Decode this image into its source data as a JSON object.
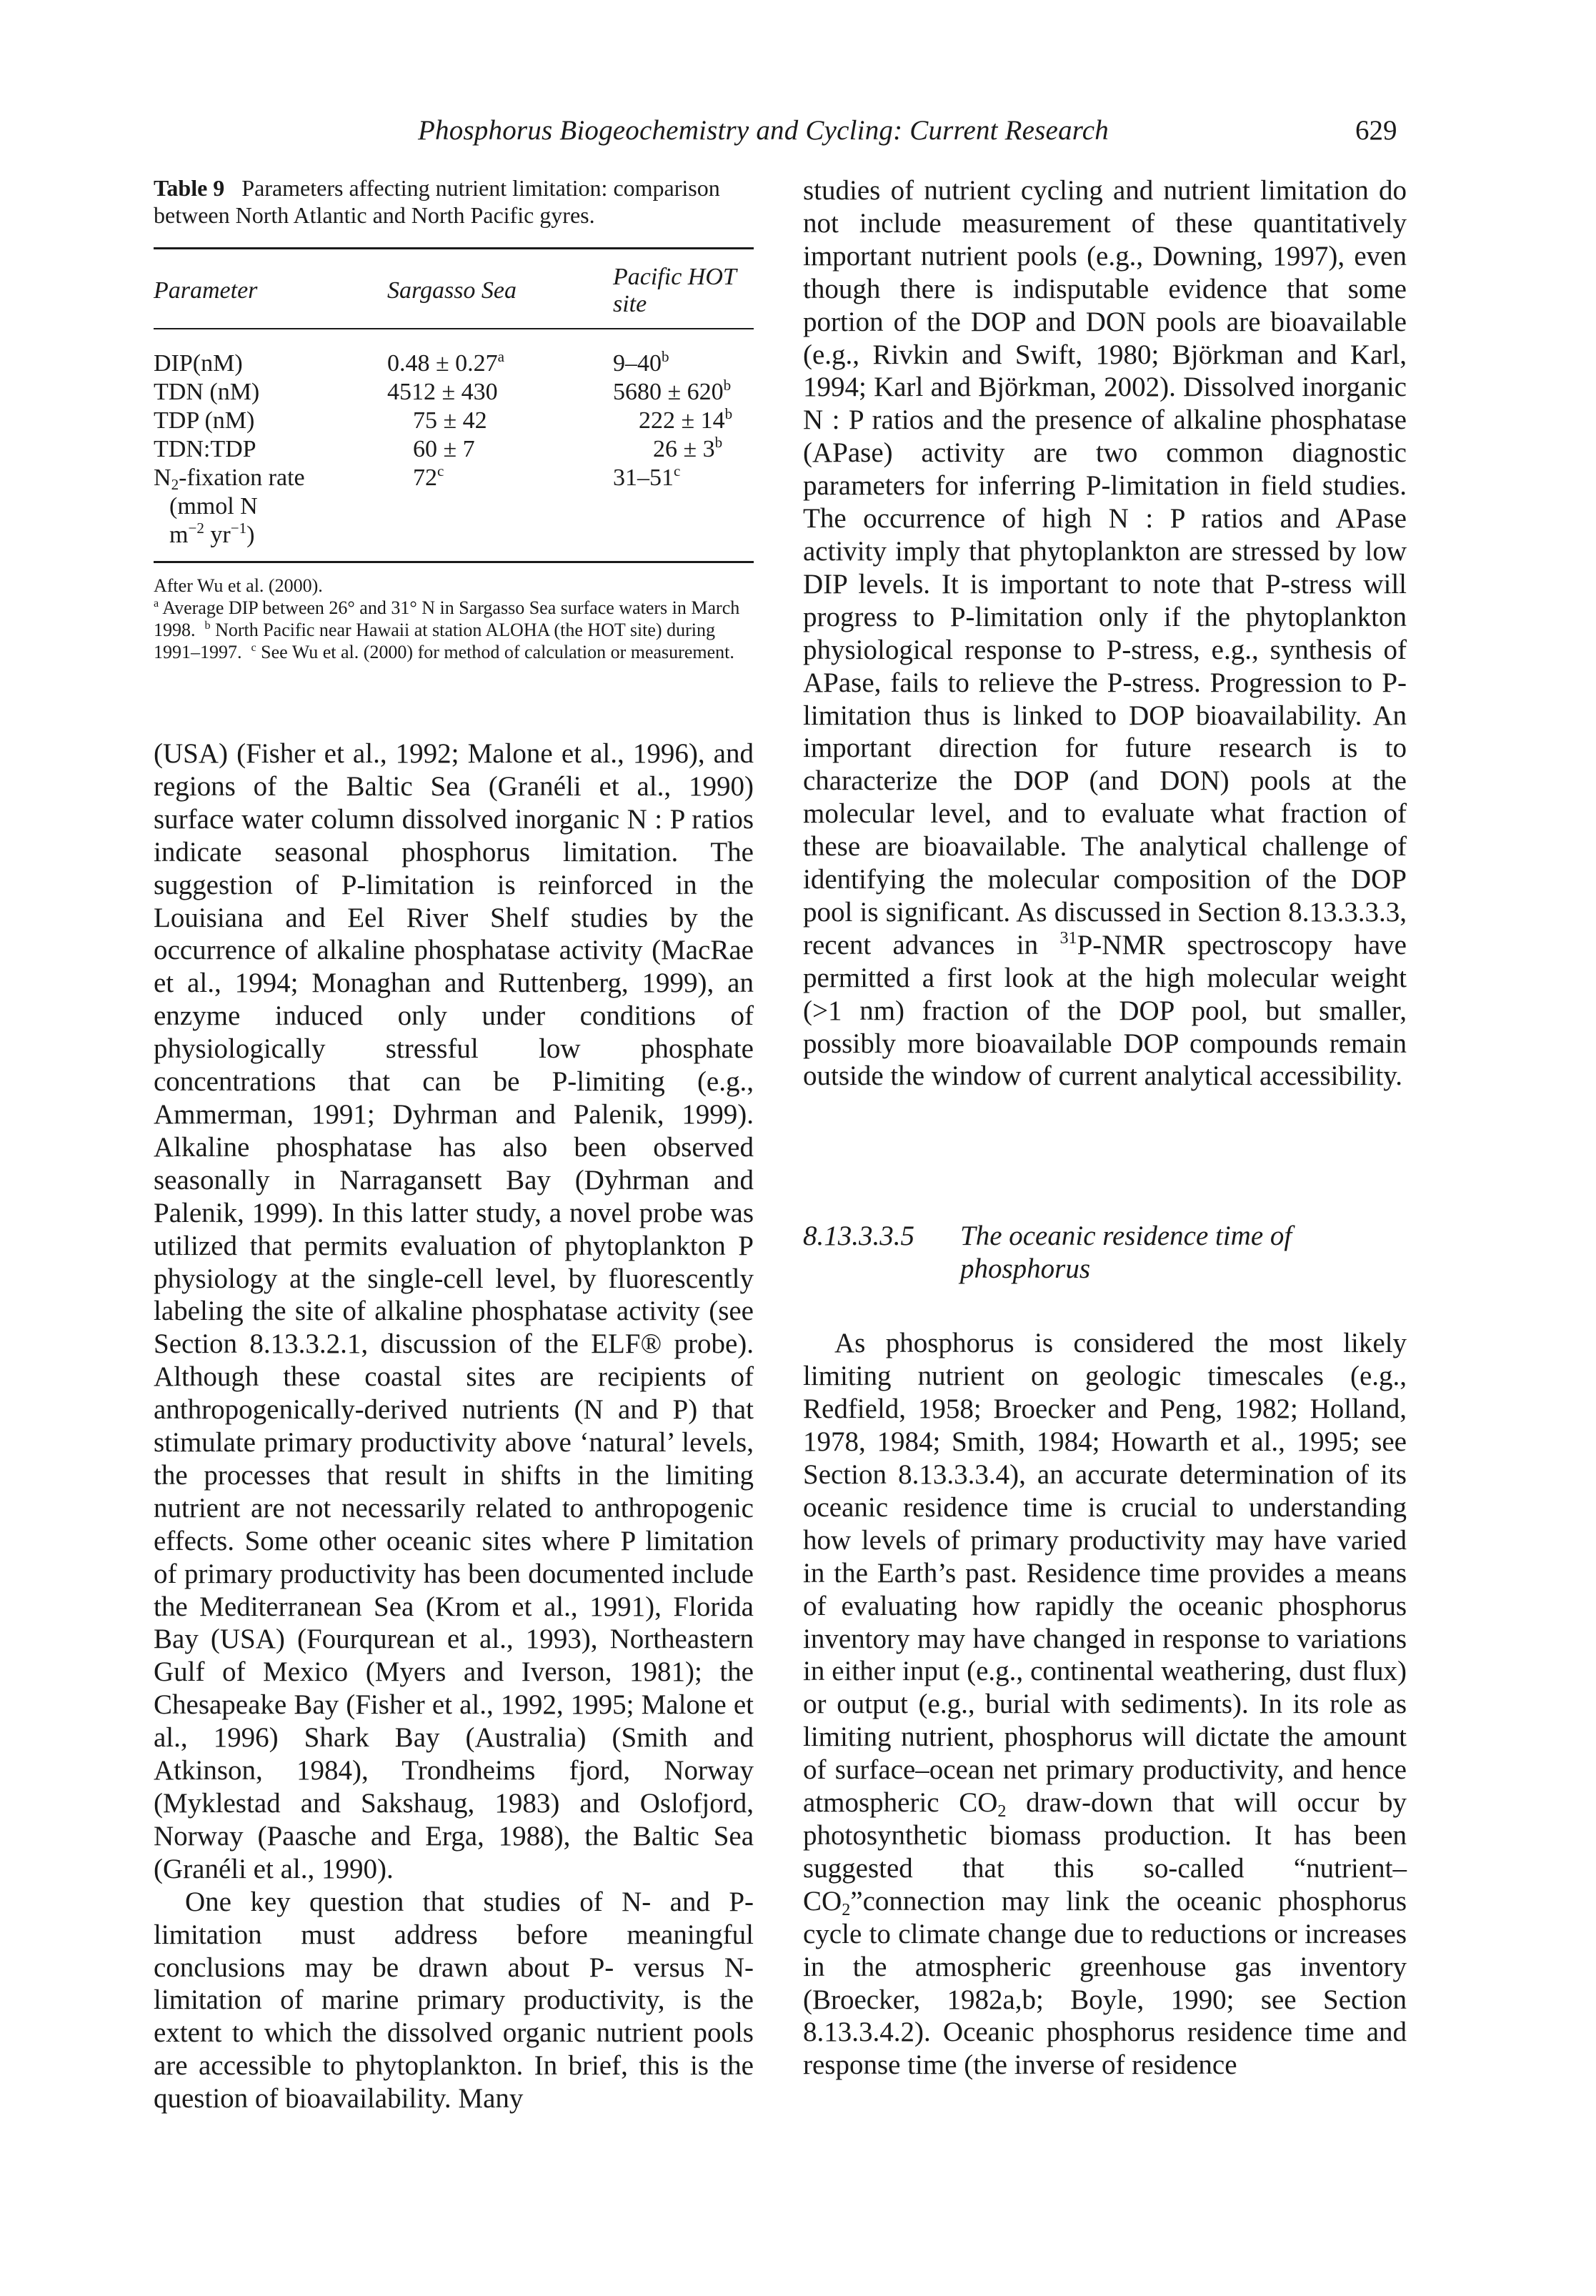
{
  "header": {
    "running_title": "Phosphorus Biogeochemistry and Cycling: Current Research",
    "page_number": "629"
  },
  "table": {
    "label": "Table 9",
    "caption": "Parameters affecting nutrient limitation: comparison between North Atlantic and North Pacific gyres.",
    "columns": [
      "Parameter",
      "Sargasso Sea",
      "Pacific HOT site"
    ],
    "rows": [
      {
        "param": "DIP(nM)",
        "param_sup": "",
        "param_sub": "",
        "param_rest": "",
        "sargasso": "0.48 ± 0.27",
        "sargasso_sup": "a",
        "pacific": "9–40",
        "pacific_sup": "b"
      },
      {
        "param": "TDN (nM)",
        "param_sup": "",
        "param_sub": "",
        "param_rest": "",
        "sargasso": "4512 ± 430",
        "sargasso_sup": "",
        "pacific": "5680 ± 620",
        "pacific_sup": "b"
      },
      {
        "param": "TDP (nM)",
        "param_sup": "",
        "param_sub": "",
        "param_rest": "",
        "sargasso": "75 ± 42",
        "sargasso_sup": "",
        "pacific": "222 ± 14",
        "pacific_sup": "b"
      },
      {
        "param": "TDN:TDP",
        "param_sup": "",
        "param_sub": "",
        "param_rest": "",
        "sargasso": "60 ± 7",
        "sargasso_sup": "",
        "pacific": "26 ± 3",
        "pacific_sup": "b"
      },
      {
        "param": "N",
        "param_sub": "2",
        "param_rest": "-fixation rate",
        "param_sup": "",
        "sargasso": "72",
        "sargasso_sup": "c",
        "pacific": "31–51",
        "pacific_sup": "c"
      }
    ],
    "unit_line1": "(mmol N",
    "unit_line2_a": "m",
    "unit_line2_sup1": "−2",
    "unit_line2_b": " yr",
    "unit_line2_sup2": "−1",
    "unit_line2_c": ")",
    "note_source": "After Wu et al. (2000).",
    "note_a": "Average DIP between 26° and 31° N in Sargasso Sea surface waters in March 1998.",
    "note_b": "North Pacific near Hawaii at station ALOHA (the HOT site) during 1991–1997.",
    "note_c": "See Wu et al. (2000) for method of calculation or measurement."
  },
  "left_column": {
    "p1": "(USA) (Fisher et al., 1992; Malone et al., 1996), and regions of the Baltic Sea (Granéli et al., 1990) surface water column dissolved inorganic N : P ratios indicate seasonal phosphorus limitation. The suggestion of P-limitation is reinforced in the Louisiana and Eel River Shelf studies by the occurrence of alkaline phosphatase activity (MacRae et al., 1994; Monaghan and Ruttenberg, 1999), an enzyme induced only under conditions of physiologically stressful low phosphate concentrations that can be P-limiting (e.g., Ammerman, 1991; Dyhrman and Palenik, 1999). Alkaline phosphatase has also been observed seasonally in Narragansett Bay (Dyhrman and Palenik, 1999). In this latter study, a novel probe was utilized that permits evaluation of phytoplankton P physiology at the single-cell level, by fluorescently labeling the site of alkaline phosphatase activity (see Section 8.13.3.2.1, discussion of the ELF® probe). Although these coastal sites are recipients of anthropogenically-derived nutrients (N and P) that stimulate primary productivity above ‘natural’ levels, the processes that result in shifts in the limiting nutrient are not necessarily related to anthropogenic effects. Some other oceanic sites where P limitation of primary productivity has been documented include the Mediterranean Sea (Krom et al., 1991), Florida Bay (USA) (Fourqurean et al., 1993), Northeastern Gulf of Mexico (Myers and Iverson, 1981); the Chesapeake Bay (Fisher et al., 1992, 1995; Malone et al., 1996) Shark Bay (Australia) (Smith and Atkinson, 1984), Trondheims fjord, Norway (Myklestad and Sakshaug, 1983) and Oslofjord, Norway (Paasche and Erga, 1988), the Baltic Sea (Granéli et al., 1990).",
    "p2": "One key question that studies of N- and P-limitation must address before meaningful conclusions may be drawn about P- versus N-limitation of marine primary productivity, is the extent to which the dissolved organic nutrient pools are accessible to phytoplankton. In brief, this is the question of bioavailability. Many"
  },
  "right_column": {
    "p1_a": "studies of nutrient cycling and nutrient limitation do not include measurement of these quantitatively important nutrient pools (e.g., Downing, 1997), even though there is indisputable evidence that some portion of the DOP and DON pools are bioavailable (e.g., Rivkin and Swift, 1980; Björkman and Karl, 1994; Karl and Björkman, 2002). Dissolved inorganic N : P ratios and the presence of alkaline phosphatase (APase) activity are two common diagnostic parameters for inferring P-limitation in field studies. The occurrence of high N : P ratios and APase activity imply that phytoplankton are stressed by low DIP levels. It is important to note that P-stress will progress to P-limitation only if the phytoplankton physiological response to P-stress, e.g., synthesis of APase, fails to relieve the P-stress. Progression to P-limitation thus is linked to DOP bioavailability. An important direction for future research is to characterize the DOP (and DON) pools at the molecular level, and to evaluate what fraction of these are bioavailable. The analytical challenge of identifying the molecular composition of the DOP pool is significant. As discussed in Section 8.13.3.3.3, recent advances in ",
    "p1_sup": "31",
    "p1_b": "P-NMR spectroscopy have permitted a first look at the high molecular weight (>1 nm) fraction of the DOP pool, but smaller, possibly more bioavailable DOP compounds remain outside the window of current analytical accessibility.",
    "section_number": "8.13.3.3.5",
    "section_title": "The oceanic residence time of phosphorus",
    "p2_a": "As phosphorus is considered the most likely limiting nutrient on geologic timescales (e.g., Redfield, 1958; Broecker and Peng, 1982; Holland, 1978, 1984; Smith, 1984; Howarth et al., 1995; see Section 8.13.3.3.4), an accurate determination of its oceanic residence time is crucial to understanding how levels of primary productivity may have varied in the Earth’s past. Residence time provides a means of evaluating how rapidly the oceanic phosphorus inventory may have changed in response to variations in either input (e.g., continental weathering, dust flux) or output (e.g., burial with sediments). In its role as limiting nutrient, phosphorus will dictate the amount of surface–ocean net primary productivity, and hence atmospheric CO",
    "p2_sub1": "2",
    "p2_b": " draw-down that will occur by photosynthetic biomass production. It has been suggested that this so-called “nutrient–CO",
    "p2_sub2": "2",
    "p2_c": "”connection may link the oceanic phosphorus cycle to climate change due to reductions or increases in the atmospheric greenhouse gas inventory (Broecker, 1982a,b; Boyle, 1990; see Section 8.13.3.4.2). Oceanic phosphorus residence time and response time (the inverse of residence"
  }
}
